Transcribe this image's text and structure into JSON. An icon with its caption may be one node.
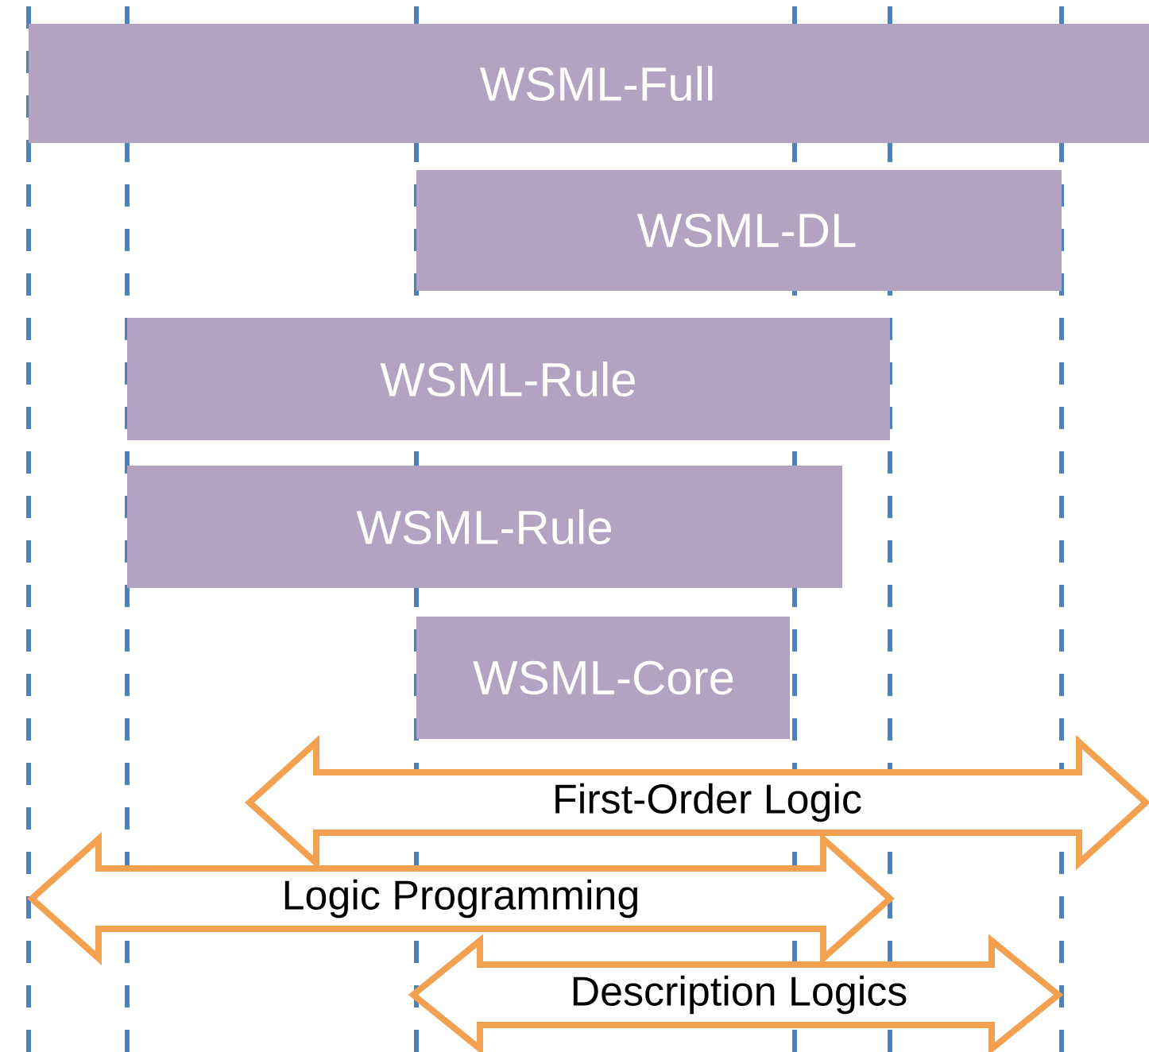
{
  "diagram": {
    "nodes": [
      {
        "text": [
          "WSML-Full"
        ]
      },
      {
        "text": [
          "WSML-DL"
        ]
      },
      {
        "text": [
          "WSML-Rule"
        ]
      },
      {
        "text": [
          "WSML-Rule"
        ]
      },
      {
        "text": [
          "WSML-Core"
        ]
      },
      {
        "text": [
          "First-Order Logic"
        ]
      },
      {
        "text": [
          "Logic Programming"
        ]
      },
      {
        "text": [
          "Description Logics"
        ]
      }
    ]
  }
}
